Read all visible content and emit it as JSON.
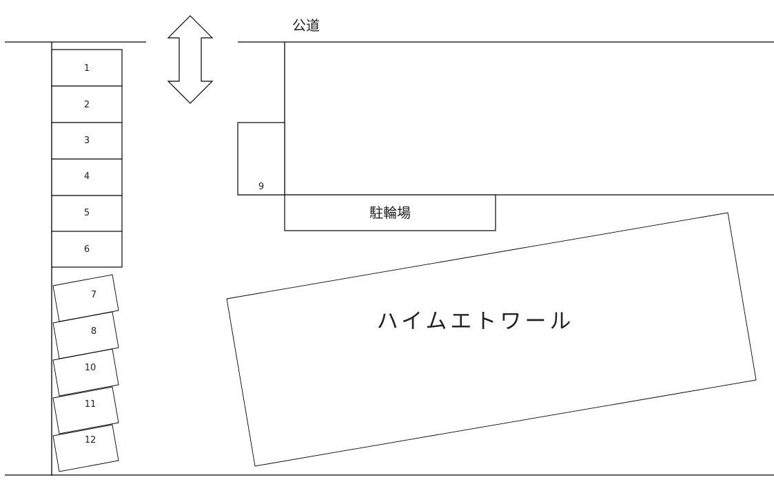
{
  "road_label": "公道",
  "bicycle_parking_label": "駐輪場",
  "building_label": "ハイムエトワール",
  "parking_slots": [
    "1",
    "2",
    "3",
    "4",
    "5",
    "6",
    "7",
    "8",
    "10",
    "11",
    "12"
  ],
  "side_slot_label": "9",
  "access_arrow": "double-headed-vertical-arrow"
}
